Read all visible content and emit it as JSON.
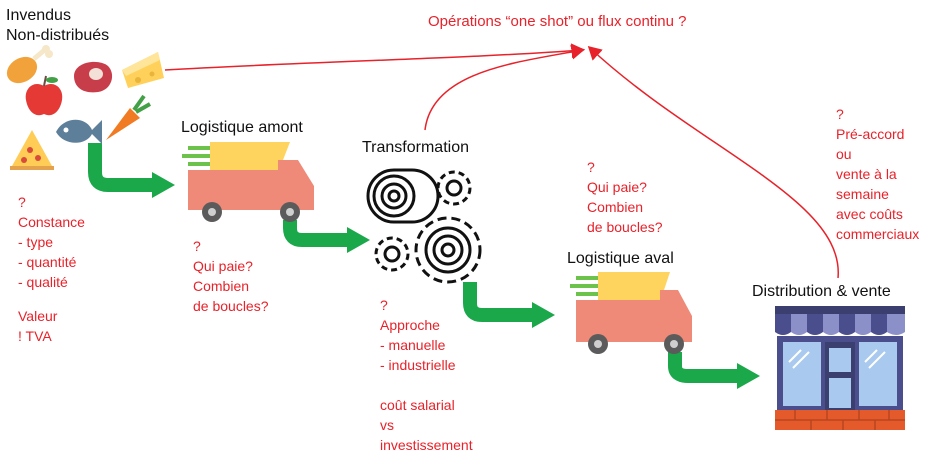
{
  "source": {
    "title_line1": "Invendus",
    "title_line2": "Non-distribués"
  },
  "top_question": "Opérations “one shot” ou flux continu ?",
  "stages": {
    "upstream": "Logistique amont",
    "transformation": "Transformation",
    "downstream": "Logistique aval",
    "distribution": "Distribution & vente"
  },
  "notes": {
    "source": [
      "?",
      "Constance",
      "- type",
      "- quantité",
      "- qualité",
      "",
      "Valeur",
      "! TVA"
    ],
    "upstream": [
      "?",
      "Qui paie?",
      "Combien",
      "de boucles?"
    ],
    "transformation": [
      "?",
      "Approche",
      "- manuelle",
      "- industrielle",
      "",
      "coût salarial",
      "vs",
      "investissement"
    ],
    "downstream": [
      "?",
      "Qui paie?",
      "Combien",
      "de boucles?"
    ],
    "distribution": [
      "?",
      "Pré-accord",
      "ou",
      "vente à la",
      "semaine",
      "avec coûts",
      "commerciaux"
    ]
  },
  "colors": {
    "question_red": "#e8222a",
    "arrow_green": "#1aa84a",
    "truck_body": "#f08a78",
    "truck_cargo": "#ffd45e",
    "shop_awning": "#4a4e8c",
    "shop_brick": "#e55a2b"
  },
  "icons": [
    "chicken-leg-icon",
    "steak-icon",
    "cheese-icon",
    "apple-icon",
    "pizza-icon",
    "fish-icon",
    "carrot-icon",
    "delivery-truck-icon",
    "gears-icon",
    "storefront-icon"
  ]
}
